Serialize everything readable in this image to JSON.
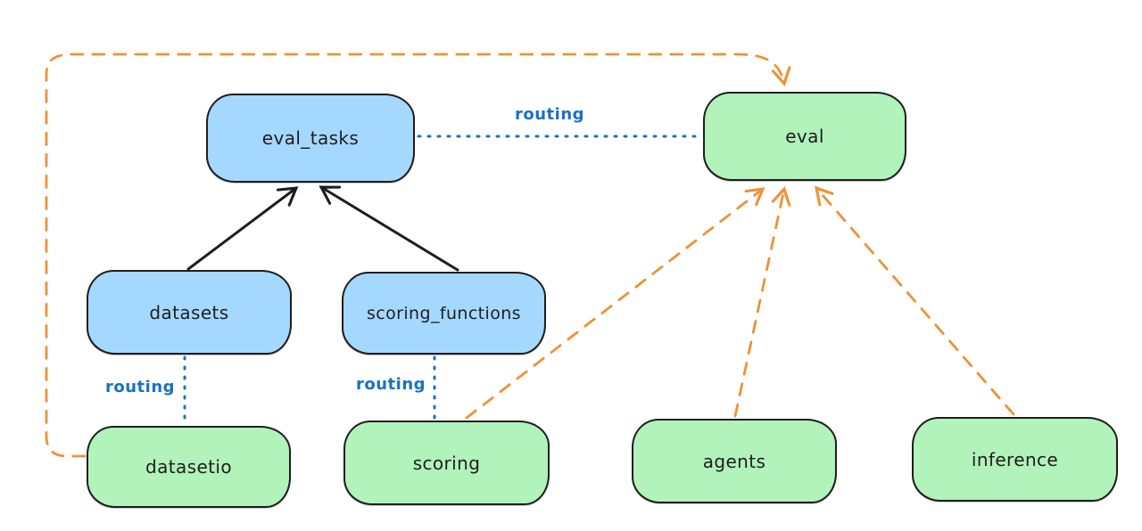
{
  "diagram": {
    "title": "",
    "background": "#ffffff",
    "colors": {
      "registry_fill": "#a5d8ff",
      "provider_fill": "#b2f2bb",
      "node_stroke": "#1e1e1e",
      "routing_blue": "#1971c2",
      "dependency_orange": "#ef9135",
      "black_arrow": "#1e1e1e"
    },
    "nodes": {
      "eval_tasks": {
        "label": "eval_tasks",
        "kind": "registry"
      },
      "eval": {
        "label": "eval",
        "kind": "provider"
      },
      "datasets": {
        "label": "datasets",
        "kind": "registry"
      },
      "scoring_functions": {
        "label": "scoring_functions",
        "kind": "registry"
      },
      "datasetio": {
        "label": "datasetio",
        "kind": "provider"
      },
      "scoring": {
        "label": "scoring",
        "kind": "provider"
      },
      "agents": {
        "label": "agents",
        "kind": "provider"
      },
      "inference": {
        "label": "inference",
        "kind": "provider"
      }
    },
    "edges": {
      "routing_eval_tasks_to_eval": {
        "label": "routing",
        "style": "blue-dotted"
      },
      "routing_datasets_to_datasetio": {
        "label": "routing",
        "style": "blue-dotted"
      },
      "routing_scoring_functions_scoring": {
        "label": "routing",
        "style": "blue-dotted"
      },
      "datasets_to_eval_tasks": {
        "label": "",
        "style": "black-solid-arrow"
      },
      "scoring_functions_to_eval_tasks": {
        "label": "",
        "style": "black-solid-arrow"
      },
      "datasetio_loop_to_eval": {
        "label": "",
        "style": "orange-dashed-arrow"
      },
      "scoring_to_eval": {
        "label": "",
        "style": "orange-dashed-arrow"
      },
      "agents_to_eval": {
        "label": "",
        "style": "orange-dashed-arrow"
      },
      "inference_to_eval": {
        "label": "",
        "style": "orange-dashed-arrow"
      }
    }
  }
}
